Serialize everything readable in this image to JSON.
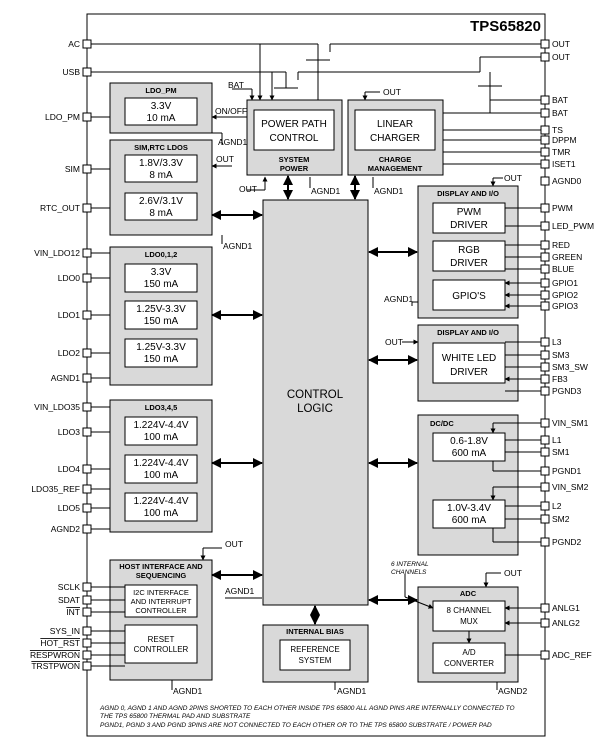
{
  "title": "TPS65820",
  "left_pins": [
    {
      "id": "ac",
      "label": "AC"
    },
    {
      "id": "usb",
      "label": "USB"
    },
    {
      "id": "ldo-pm",
      "label": "LDO_PM"
    },
    {
      "id": "sim",
      "label": "SIM"
    },
    {
      "id": "rtc-out",
      "label": "RTC_OUT"
    },
    {
      "id": "vin-ldo12",
      "label": "VIN_LDO12"
    },
    {
      "id": "ldo0",
      "label": "LDO0"
    },
    {
      "id": "ldo1",
      "label": "LDO1"
    },
    {
      "id": "ldo2",
      "label": "LDO2"
    },
    {
      "id": "agnd1",
      "label": "AGND1"
    },
    {
      "id": "vin-ldo35",
      "label": "VIN_LDO35"
    },
    {
      "id": "ldo3",
      "label": "LDO3"
    },
    {
      "id": "ldo4",
      "label": "LDO4"
    },
    {
      "id": "ldo35-ref",
      "label": "LDO35_REF"
    },
    {
      "id": "ldo5",
      "label": "LDO5"
    },
    {
      "id": "agnd2",
      "label": "AGND2"
    },
    {
      "id": "sclk",
      "label": "SCLK"
    },
    {
      "id": "sdat",
      "label": "SDAT"
    },
    {
      "id": "int",
      "label": "INT"
    },
    {
      "id": "sys-in",
      "label": "SYS_IN"
    },
    {
      "id": "hot-rst",
      "label": "HOT_RST"
    },
    {
      "id": "respwron",
      "label": "RESPWRON"
    },
    {
      "id": "trstpwon",
      "label": "TRSTPWON"
    }
  ],
  "right_pins": [
    {
      "id": "out1",
      "label": "OUT"
    },
    {
      "id": "out2",
      "label": "OUT"
    },
    {
      "id": "bat1",
      "label": "BAT"
    },
    {
      "id": "bat2",
      "label": "BAT"
    },
    {
      "id": "ts",
      "label": "TS"
    },
    {
      "id": "dppm",
      "label": "DPPM"
    },
    {
      "id": "tmr",
      "label": "TMR"
    },
    {
      "id": "iset1",
      "label": "ISET1"
    },
    {
      "id": "agnd0",
      "label": "AGND0"
    },
    {
      "id": "pwm",
      "label": "PWM"
    },
    {
      "id": "led-pwm",
      "label": "LED_PWM"
    },
    {
      "id": "red",
      "label": "RED"
    },
    {
      "id": "green",
      "label": "GREEN"
    },
    {
      "id": "blue",
      "label": "BLUE"
    },
    {
      "id": "gpio1",
      "label": "GPIO1"
    },
    {
      "id": "gpio2",
      "label": "GPIO2"
    },
    {
      "id": "gpio3",
      "label": "GPIO3"
    },
    {
      "id": "l3",
      "label": "L3"
    },
    {
      "id": "sm3",
      "label": "SM3"
    },
    {
      "id": "sm3-sw",
      "label": "SM3_SW"
    },
    {
      "id": "fb3",
      "label": "FB3"
    },
    {
      "id": "pgnd3",
      "label": "PGND3"
    },
    {
      "id": "vin-sm1",
      "label": "VIN_SM1"
    },
    {
      "id": "l1",
      "label": "L1"
    },
    {
      "id": "sm1",
      "label": "SM1"
    },
    {
      "id": "pgnd1",
      "label": "PGND1"
    },
    {
      "id": "vin-sm2",
      "label": "VIN_SM2"
    },
    {
      "id": "l2",
      "label": "L2"
    },
    {
      "id": "sm2",
      "label": "SM2"
    },
    {
      "id": "pgnd2",
      "label": "PGND2"
    },
    {
      "id": "anlg1",
      "label": "ANLG1"
    },
    {
      "id": "anlg2",
      "label": "ANLG2"
    },
    {
      "id": "adc-ref",
      "label": "ADC_REF"
    }
  ],
  "blocks": {
    "ldo_pm": {
      "title": "LDO_PM",
      "v": "3.3V",
      "i": "10 mA",
      "onoff": "ON/OFF",
      "agnd": "AGND1",
      "bat": "BAT"
    },
    "sim_rtc": {
      "title": "SIM,RTC LDOS",
      "sim_v": "1.8V/3.3V",
      "sim_i": "8 mA",
      "rtc_v": "2.6V/3.1V",
      "rtc_i": "8 mA",
      "out": "OUT",
      "agnd": "AGND1"
    },
    "ldo012": {
      "title": "LDO0,1,2",
      "ldo0_v": "3.3V",
      "ldo0_i": "150 mA",
      "ldo1_v": "1.25V-3.3V",
      "ldo1_i": "150 mA",
      "ldo2_v": "1.25V-3.3V",
      "ldo2_i": "150 mA"
    },
    "ldo345": {
      "title": "LDO3,4,5",
      "ldo3_v": "1.224V-4.4V",
      "ldo3_i": "100 mA",
      "ldo4_v": "1.224V-4.4V",
      "ldo4_i": "100 mA",
      "ldo5_v": "1.224V-4.4V",
      "ldo5_i": "100 mA"
    },
    "host": {
      "title1": "HOST INTERFACE AND",
      "title2": "SEQUENCING",
      "i2c1": "I2C INTERFACE",
      "i2c2": "AND INTERRUPT",
      "i2c3": "CONTROLLER",
      "reset1": "RESET",
      "reset2": "CONTROLLER",
      "out": "OUT",
      "agnd": "AGND1"
    },
    "power_path": {
      "l1": "POWER PATH",
      "l2": "CONTROL",
      "sys1": "SYSTEM",
      "sys2": "POWER",
      "out": "OUT",
      "agnd": "AGND1"
    },
    "charger": {
      "l1": "LINEAR",
      "l2": "CHARGER",
      "m1": "CHARGE",
      "m2": "MANAGEMENT",
      "out": "OUT",
      "agnd": "AGND1"
    },
    "control": {
      "l1": "CONTROL",
      "l2": "LOGIC"
    },
    "bias": {
      "title": "INTERNAL BIAS",
      "r1": "REFERENCE",
      "r2": "SYSTEM",
      "agnd": "AGND1"
    },
    "display1": {
      "title": "DISPLAY AND I/O",
      "out": "OUT",
      "agnd": "AGND1",
      "pwm1": "PWM",
      "pwm2": "DRIVER",
      "rgb1": "RGB",
      "rgb2": "DRIVER",
      "gpio": "GPIO'S"
    },
    "display2": {
      "title": "DISPLAY AND I/O",
      "out": "OUT",
      "w1": "WHITE LED",
      "w2": "DRIVER"
    },
    "dcdc": {
      "title": "DC/DC",
      "b1_v": "0.6-1.8V",
      "b1_i": "600 mA",
      "b2_v": "1.0V-3.4V",
      "b2_i": "600 mA"
    },
    "adc": {
      "title": "ADC",
      "channels1": "6 INTERNAL",
      "channels2": "CHANNELS",
      "out": "OUT",
      "mux1": "8 CHANNEL",
      "mux2": "MUX",
      "conv1": "A/D",
      "conv2": "CONVERTER",
      "agnd": "AGND2"
    }
  },
  "notes": [
    "AGND 0, AGND 1 AND AGND  2PINS SHORTED TO EACH OTHER INSIDE TPS 65800 ALL AGND PINS ARE INTERNALLY CONNECTED TO",
    "THE  TPS 65800 THERMAL PAD AND SUBSTRATE",
    "PGND1, PGND 3 AND PGND  3PINS ARE NOT CONNECTED TO EACH OTHER OR TO THE TPS 65800 SUBSTRATE / POWER PAD"
  ]
}
